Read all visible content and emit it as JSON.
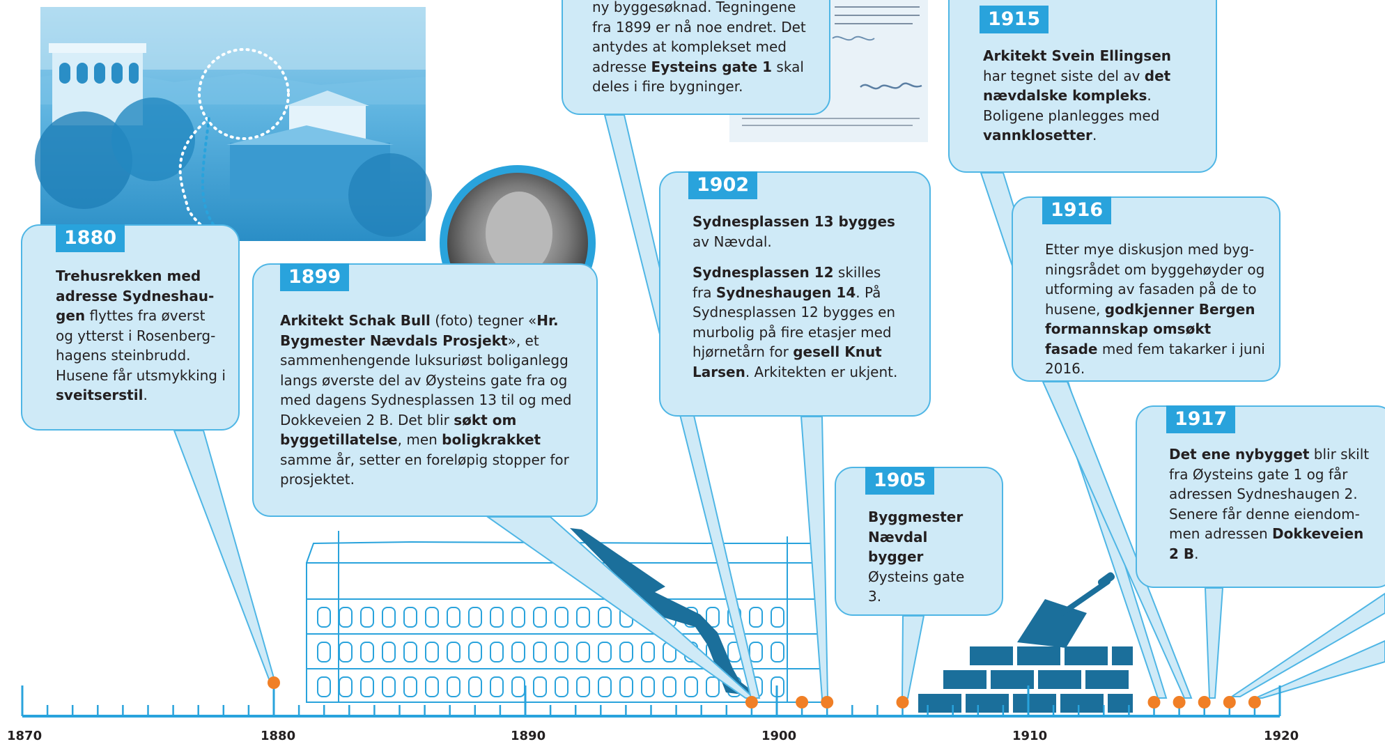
{
  "timeline": {
    "axis_labels": [
      "1870",
      "1880",
      "1890",
      "1900",
      "1910",
      "1920"
    ],
    "marker_years": [
      1880,
      1899,
      1901,
      1902,
      1905,
      1915,
      1916,
      1917,
      1918,
      1919
    ],
    "colors": {
      "line": "#29a3dc",
      "marker": "#f07f26",
      "box_fill": "#cfeaf7",
      "box_border": "#4fb6e5",
      "tag": "#29a3dc"
    }
  },
  "events": {
    "e1880": {
      "year": "1880",
      "t1": "Trehusrekken med adresse Sydneshau-gen",
      "t2": " flyttes fra øverst og ytterst i Rosenberg-hagens steinbrudd. Husene får utsmykking i ",
      "t3": "sveitserstil",
      "t4": "."
    },
    "e1899": {
      "year": "1899",
      "t1": "Arkitekt Schak Bull",
      "t2": " (foto) tegner «",
      "t3": "Hr. Bygmester Nævdals Prosjekt",
      "t4": "», et sammenhengende luksuriøst boliganlegg langs øverste del av Øysteins gate fra og med dagens Sydnesplassen 13 til og med Dokkeveien 2 B. Det blir ",
      "t5": "søkt om byggetillatelse",
      "t6": ", men ",
      "t7": "boligkrakket",
      "t8": " samme år, setter en foreløpig stopper for prosjektet."
    },
    "e1901": {
      "t1": "ny byggesøknad. Tegningene fra 1899 er nå noe endret. Det antydes at komplekset med adresse ",
      "t2": "Eysteins gate 1",
      "t3": " skal deles i fire bygninger."
    },
    "e1902": {
      "year": "1902",
      "p1a": "Sydnesplassen 13 bygges",
      "p1b": " av Nævdal.",
      "p2a": "Sydnesplassen 12",
      "p2b": " skilles fra ",
      "p2c": "Sydneshaugen 14",
      "p2d": ". På Sydnesplassen 12 bygges en murbolig på fire etasjer med hjørnetårn for ",
      "p2e": "gesell Knut Larsen",
      "p2f": ". Arkitekten er ukjent."
    },
    "e1905": {
      "year": "1905",
      "t1": "Byggmester Nævdal bygger",
      "t2": " Øysteins gate 3."
    },
    "e1915": {
      "year": "1915",
      "t1": "Arkitekt Svein Ellingsen",
      "t2": " har tegnet siste del av ",
      "t3": "det nævdalske kompleks",
      "t4": ". Boligene planlegges med ",
      "t5": "vannklosetter",
      "t6": "."
    },
    "e1916": {
      "year": "1916",
      "t1": "Etter mye diskusjon med byg-ningsrådet om byggehøyder og utforming av fasaden på de to husene, ",
      "t2": "godkjenner Bergen formannskap omsøkt fasade",
      "t3": " med fem takarker i juni 2016."
    },
    "e1917": {
      "year": "1917",
      "t1": "Det ene nybygget",
      "t2": " blir skilt fra Øysteins gate 1 og får adressen Sydneshaugen 2. Senere får denne eiendom-men adressen ",
      "t3": "Dokkeveien 2 B",
      "t4": "."
    }
  }
}
